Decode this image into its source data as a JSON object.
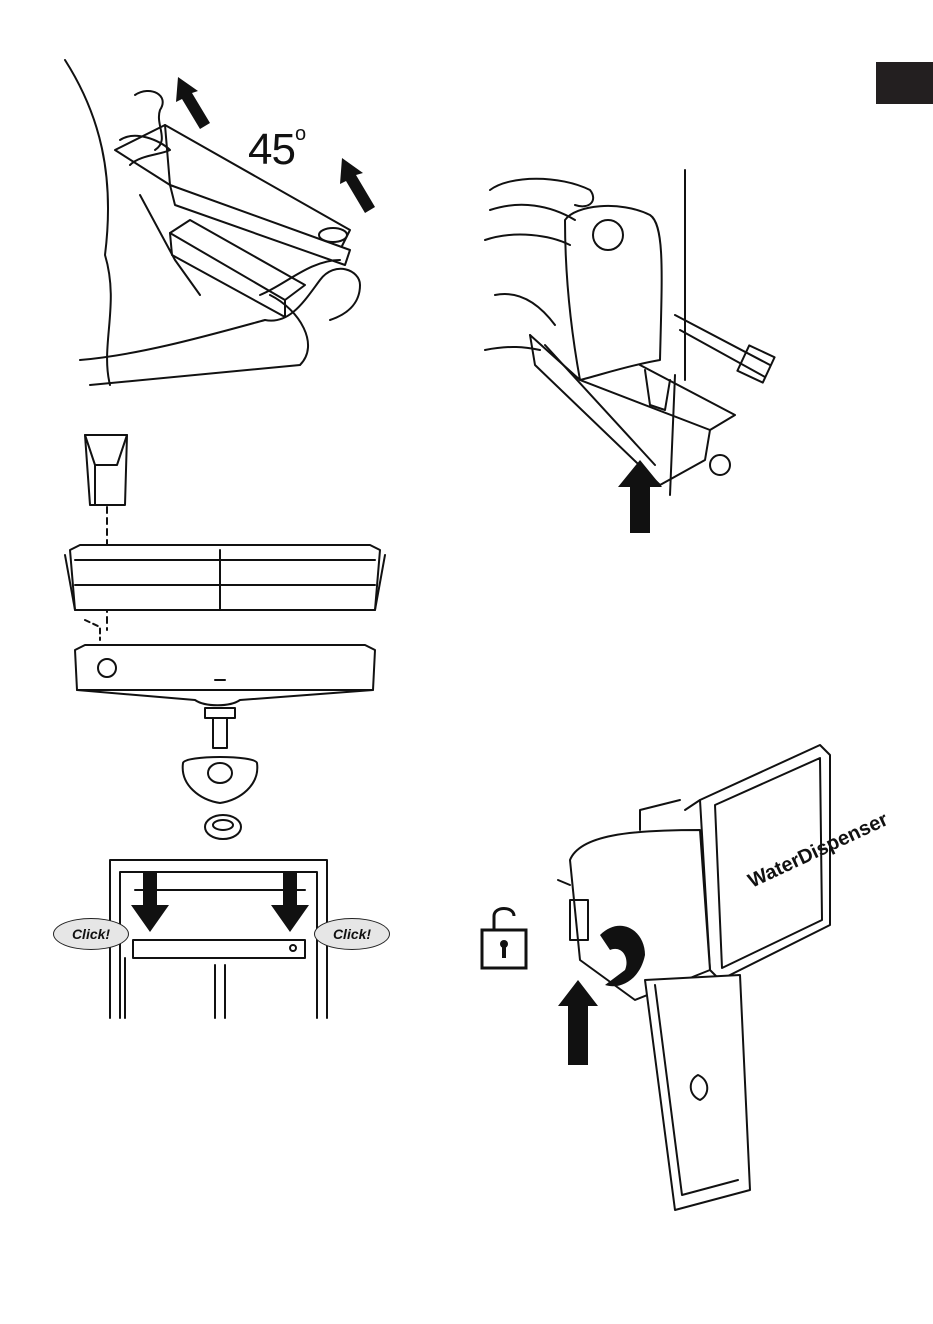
{
  "page": {
    "colors": {
      "ink": "#111111",
      "tab": "#231f20",
      "bubble": "#e6e6e6"
    }
  },
  "figure1": {
    "angle_label": "45",
    "angle_unit": "o"
  },
  "figure4": {
    "click_left": "Click!",
    "click_right": "Click!"
  },
  "figure5": {
    "product_label": "WaterDispenser",
    "icon": "unlock-icon"
  }
}
